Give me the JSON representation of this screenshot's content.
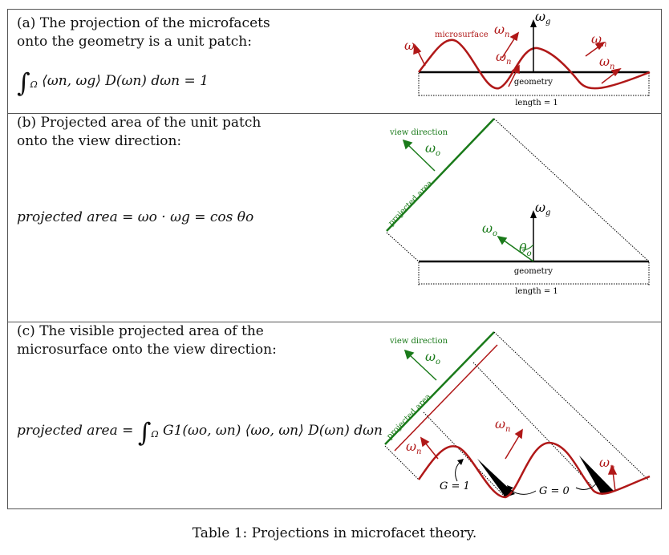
{
  "caption": "Table 1:  Projections in microfacet theory.",
  "rows": [
    {
      "title_line1": "(a) The projection of the microfacets",
      "title_line2": "onto the geometry is a unit patch:",
      "eq_rest": "⟨ωn, ωg⟩ D(ωn) dωn = 1",
      "labels": {
        "microsurface": "microsurface",
        "geometry": "geometry",
        "length": "length = 1",
        "omega_g": "ω",
        "omega_n": "ω"
      }
    },
    {
      "title_line1": "(b) Projected area of the unit patch",
      "title_line2": "onto the view direction:",
      "equation": "projected area = ωo · ωg = cos θo",
      "labels": {
        "view_direction": "view direction",
        "projected_area": "projected area",
        "geometry": "geometry",
        "length": "length = 1"
      }
    },
    {
      "title_line1": "(c) The visible projected area of the",
      "title_line2": "microsurface onto the view direction:",
      "eq_prefix": "projected area =",
      "eq_rest": "G1(ωo, ωn) ⟨ωo, ωn⟩ D(ωn) dωn",
      "labels": {
        "view_direction": "view direction",
        "projected_area": "projected area",
        "g1": "G = 1",
        "g0": "G = 0"
      }
    }
  ],
  "colors": {
    "red": "#b01818",
    "green": "#1a7a1a",
    "black": "#000000"
  }
}
